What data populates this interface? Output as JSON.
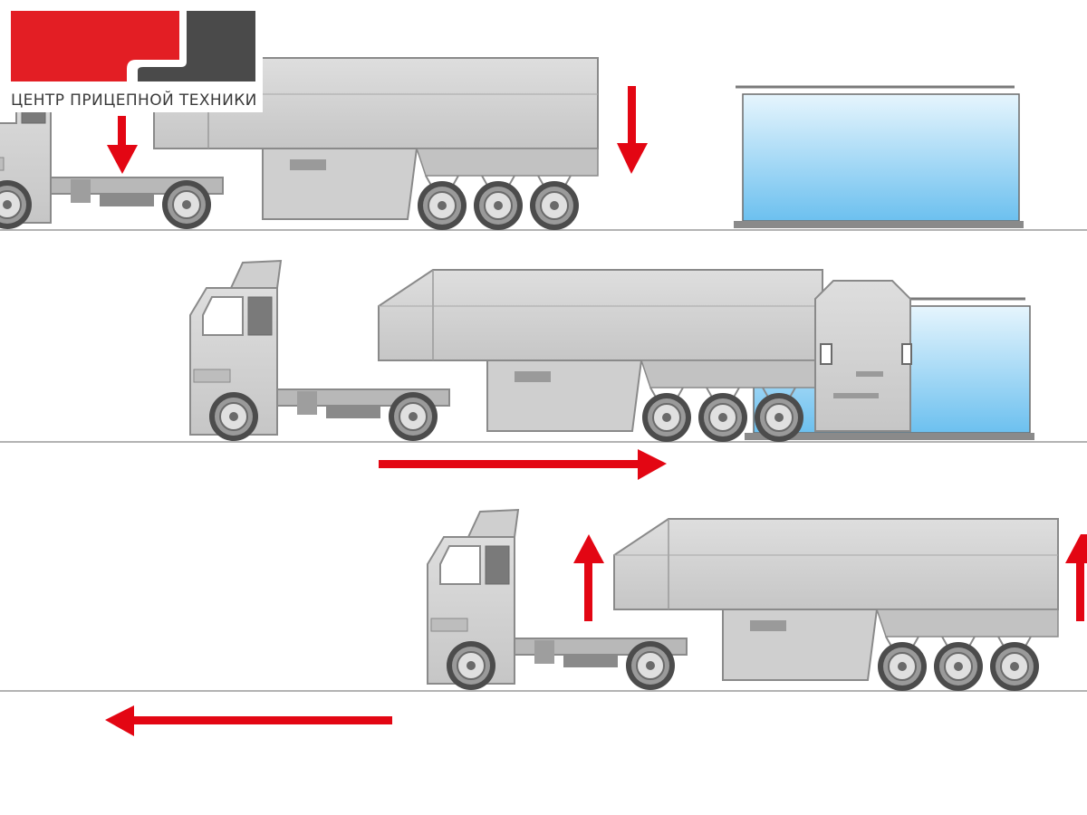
{
  "logo": {
    "text": "ЦЕНТР ПРИЦЕПНОЙ ТЕХНИКИ",
    "colors": {
      "red": "#e31e24",
      "dark": "#4a4a4a"
    }
  },
  "colors": {
    "arrow": "#e30613",
    "vehicle_body": "#d4d4d4",
    "vehicle_outline": "#8a8a8a",
    "ground_line": "#9a9a9a",
    "glass_rack": "#7ec8f2",
    "wheel": "#5a5a5a"
  },
  "steps": [
    {
      "id": "lower-trailer",
      "arrows": [
        "down",
        "down"
      ]
    },
    {
      "id": "drive-under-rack",
      "arrows": [
        "right"
      ]
    },
    {
      "id": "lift-and-drive-off",
      "arrows": [
        "up",
        "up",
        "left"
      ]
    }
  ]
}
